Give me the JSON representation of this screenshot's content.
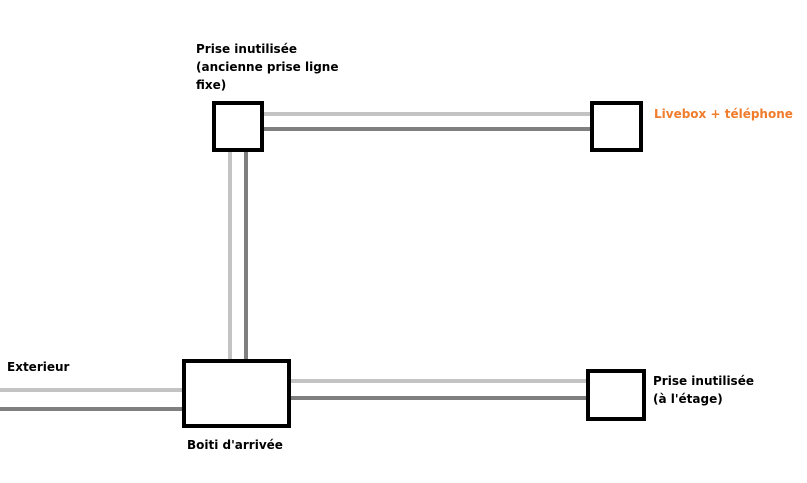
{
  "labels": {
    "top_box_line1": "Prise inutilisée",
    "top_box_line2": "(ancienne prise ligne",
    "top_box_line3": "fixe)",
    "livebox": "Livebox + téléphone",
    "exterieur": "Exterieur",
    "arrival_box": "Boiti d'arrivée",
    "floor_box_line1": "Prise inutilisée",
    "floor_box_line2": "(à l'étage)"
  },
  "colors": {
    "box_stroke": "#000000",
    "wire_light": "#c3c3c3",
    "wire_dark": "#7f7f7f",
    "accent": "#f07c2c"
  }
}
